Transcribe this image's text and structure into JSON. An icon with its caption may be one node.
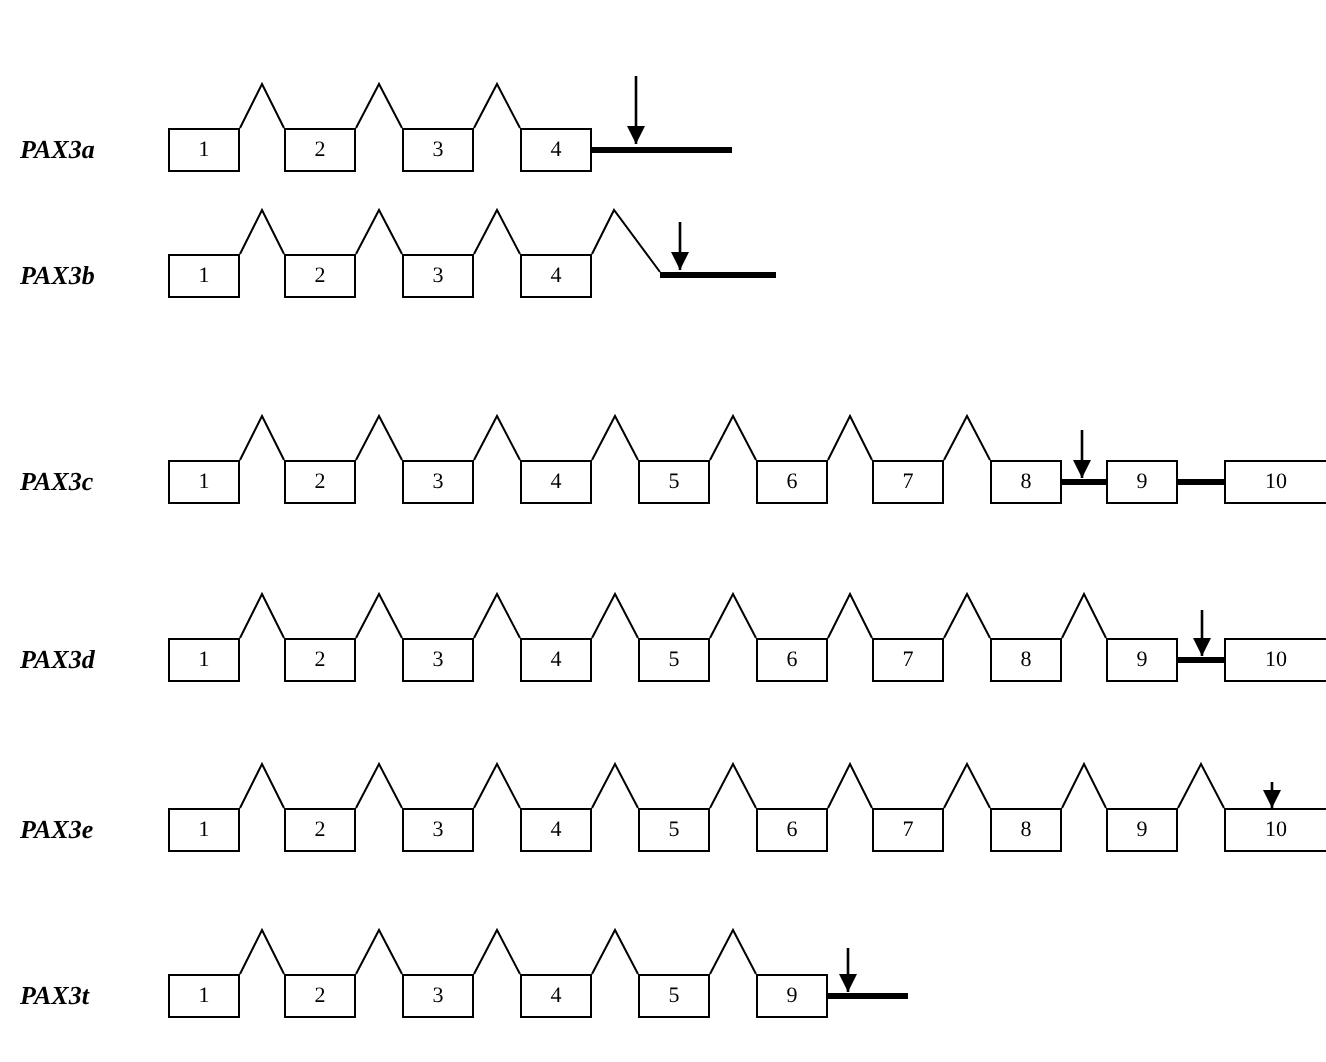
{
  "diagram": {
    "nodes": [
      {
        "text": [
          "1"
        ]
      },
      {
        "text": [
          "2"
        ]
      },
      {
        "text": [
          "3"
        ]
      },
      {
        "text": [
          "4"
        ]
      },
      {
        "text": [
          "1"
        ]
      },
      {
        "text": [
          "2"
        ]
      },
      {
        "text": [
          "3"
        ]
      },
      {
        "text": [
          "4"
        ]
      },
      {
        "text": [],
        "shape": "bar"
      },
      {
        "text": [
          "1"
        ]
      },
      {
        "text": [
          "2"
        ]
      },
      {
        "text": [
          "3"
        ]
      },
      {
        "text": [
          "4"
        ]
      },
      {
        "text": [
          "5"
        ]
      },
      {
        "text": [
          "6"
        ]
      },
      {
        "text": [
          "7"
        ]
      },
      {
        "text": [
          "8"
        ]
      },
      {
        "text": [
          "9"
        ]
      },
      {
        "text": [
          "10"
        ]
      },
      {
        "text": [
          "1"
        ]
      },
      {
        "text": [
          "2"
        ]
      },
      {
        "text": [
          "3"
        ]
      },
      {
        "text": [
          "4"
        ]
      },
      {
        "text": [
          "5"
        ]
      },
      {
        "text": [
          "6"
        ]
      },
      {
        "text": [
          "7"
        ]
      },
      {
        "text": [
          "8"
        ]
      },
      {
        "text": [
          "9"
        ]
      },
      {
        "text": [
          "10"
        ]
      },
      {
        "text": [
          "1"
        ]
      },
      {
        "text": [
          "2"
        ]
      },
      {
        "text": [
          "3"
        ]
      },
      {
        "text": [
          "4"
        ]
      },
      {
        "text": [
          "5"
        ]
      },
      {
        "text": [
          "6"
        ]
      },
      {
        "text": [
          "7"
        ]
      },
      {
        "text": [
          "8"
        ]
      },
      {
        "text": [
          "9"
        ]
      },
      {
        "text": [
          "10"
        ]
      },
      {
        "text": [
          "1"
        ]
      },
      {
        "text": [
          "2"
        ]
      },
      {
        "text": [
          "3"
        ]
      },
      {
        "text": [
          "4"
        ]
      },
      {
        "text": [
          "5"
        ]
      },
      {
        "text": [
          "9"
        ]
      }
    ],
    "edges": [
      {
        "from": 0,
        "to": 1,
        "arrow": "none"
      },
      {
        "from": 1,
        "to": 2,
        "arrow": "none"
      },
      {
        "from": 2,
        "to": 3,
        "arrow": "none"
      },
      {
        "from": 3,
        "to": null,
        "arrow": "none",
        "style": "thick"
      },
      {
        "from": 4,
        "to": 5,
        "arrow": "none"
      },
      {
        "from": 5,
        "to": 6,
        "arrow": "none"
      },
      {
        "from": 6,
        "to": 7,
        "arrow": "none"
      },
      {
        "from": 7,
        "to": 8,
        "arrow": "none"
      },
      {
        "from": 9,
        "to": 10,
        "arrow": "none"
      },
      {
        "from": 10,
        "to": 11,
        "arrow": "none"
      },
      {
        "from": 11,
        "to": 12,
        "arrow": "none"
      },
      {
        "from": 12,
        "to": 13,
        "arrow": "none"
      },
      {
        "from": 13,
        "to": 14,
        "arrow": "none"
      },
      {
        "from": 14,
        "to": 15,
        "arrow": "none"
      },
      {
        "from": 15,
        "to": 16,
        "arrow": "none"
      },
      {
        "from": 16,
        "to": 17,
        "arrow": "none",
        "style": "thick"
      },
      {
        "from": 17,
        "to": 18,
        "arrow": "none",
        "style": "thick"
      },
      {
        "from": 19,
        "to": 20,
        "arrow": "none"
      },
      {
        "from": 20,
        "to": 21,
        "arrow": "none"
      },
      {
        "from": 21,
        "to": 22,
        "arrow": "none"
      },
      {
        "from": 22,
        "to": 23,
        "arrow": "none"
      },
      {
        "from": 23,
        "to": 24,
        "arrow": "none"
      },
      {
        "from": 24,
        "to": 25,
        "arrow": "none"
      },
      {
        "from": 25,
        "to": 26,
        "arrow": "none"
      },
      {
        "from": 26,
        "to": 27,
        "arrow": "none"
      },
      {
        "from": 27,
        "to": 28,
        "arrow": "none",
        "style": "thick"
      },
      {
        "from": 29,
        "to": 30,
        "arrow": "none"
      },
      {
        "from": 30,
        "to": 31,
        "arrow": "none"
      },
      {
        "from": 31,
        "to": 32,
        "arrow": "none"
      },
      {
        "from": 32,
        "to": 33,
        "arrow": "none"
      },
      {
        "from": 33,
        "to": 34,
        "arrow": "none"
      },
      {
        "from": 34,
        "to": 35,
        "arrow": "none"
      },
      {
        "from": 35,
        "to": 36,
        "arrow": "none"
      },
      {
        "from": 36,
        "to": 37,
        "arrow": "none"
      },
      {
        "from": 37,
        "to": 38,
        "arrow": "none"
      },
      {
        "from": 39,
        "to": 40,
        "arrow": "none"
      },
      {
        "from": 40,
        "to": 41,
        "arrow": "none"
      },
      {
        "from": 41,
        "to": 42,
        "arrow": "none"
      },
      {
        "from": 42,
        "to": 43,
        "arrow": "none"
      },
      {
        "from": 43,
        "to": 44,
        "arrow": "none"
      },
      {
        "from": 44,
        "to": null,
        "arrow": "none",
        "style": "thick"
      }
    ],
    "labels": [
      "PAX3a",
      "PAX3b",
      "PAX3c",
      "PAX3d",
      "PAX3e",
      "PAX3t"
    ]
  }
}
